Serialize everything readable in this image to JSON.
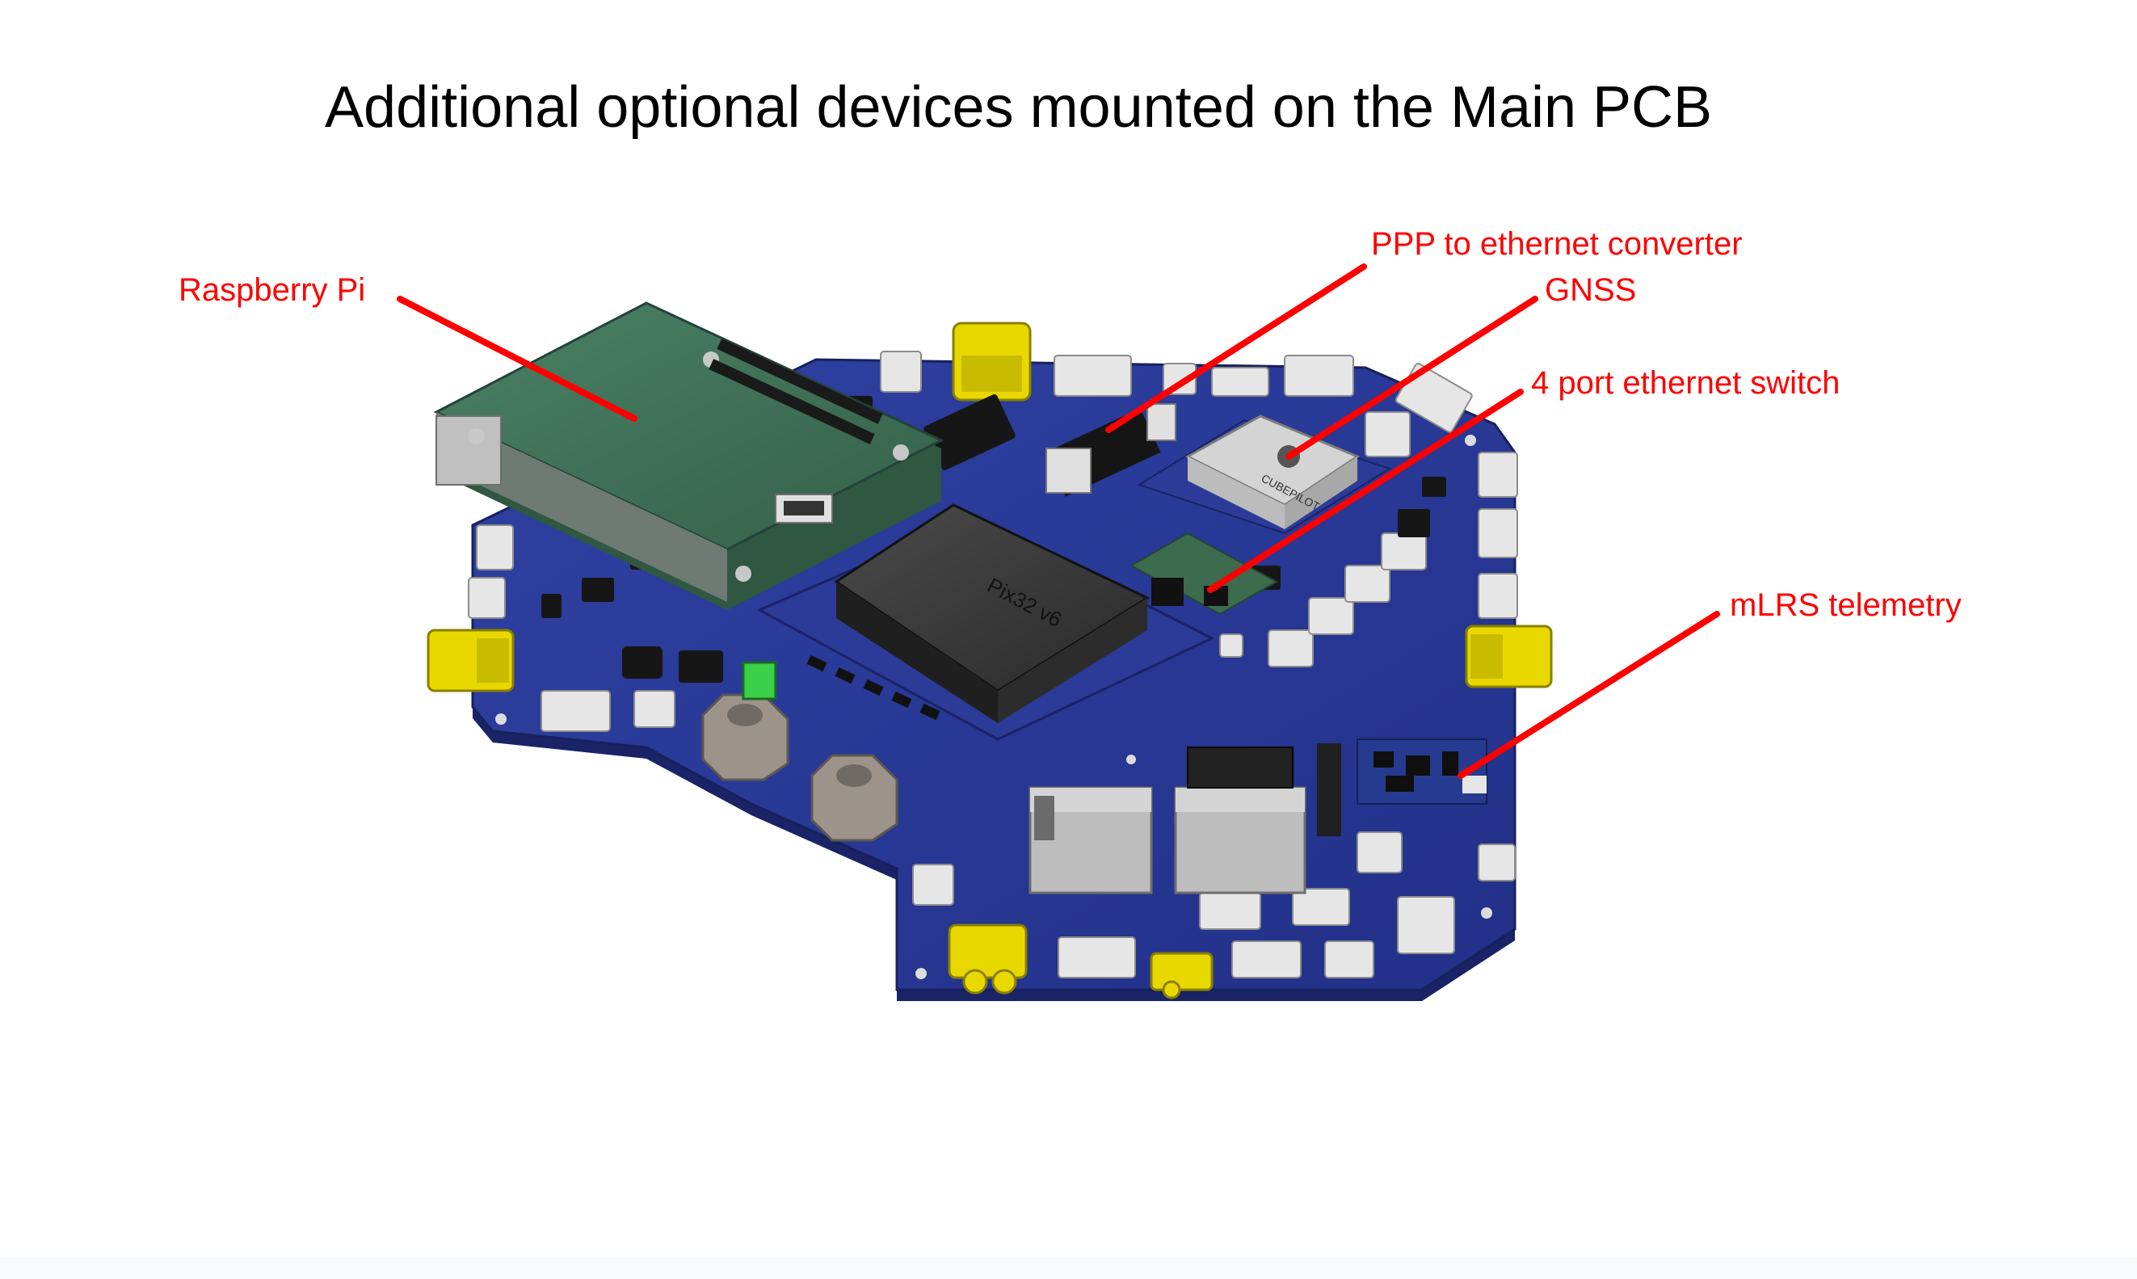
{
  "title": "Additional optional devices mounted on the Main PCB",
  "labels": {
    "raspberry_pi": "Raspberry Pi",
    "ppp_converter": "PPP to ethernet converter",
    "gnss": "GNSS",
    "ethernet_switch": "4 port ethernet switch",
    "mlrs": "mLRS telemetry"
  },
  "component_text": {
    "flight_controller": "Pix32 v6",
    "gnss_module": "CUBEPILOT"
  },
  "colors": {
    "annotation": "#ff0000",
    "pcb": "#2b3b97",
    "raspberry_pi_board": "#3f7358",
    "flight_controller_case": "#3a3a3a",
    "connector_yellow": "#e8d800",
    "connector_white": "#e6e6e6"
  }
}
